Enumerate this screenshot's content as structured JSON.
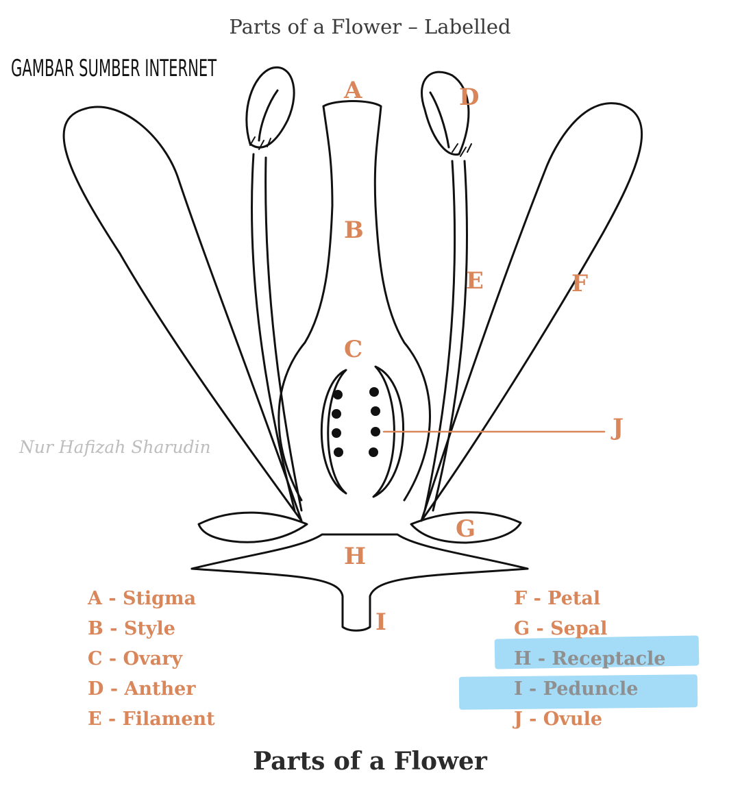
{
  "diagram": {
    "title_top": "Parts of a Flower – Labelled",
    "source_tag": "GAMBAR SUMBER INTERNET",
    "watermark": "Nur Hafizah Sharudin",
    "part_labels": {
      "A": "A",
      "B": "B",
      "C": "C",
      "D": "D",
      "E": "E",
      "F": "F",
      "G": "G",
      "H": "H",
      "I": "I",
      "J": "J"
    },
    "legend": [
      {
        "text": "A - Stigma"
      },
      {
        "text": "B - Style"
      },
      {
        "text": "C - Ovary"
      },
      {
        "text": "D - Anther"
      },
      {
        "text": "E - Filament"
      },
      {
        "text": "F - Petal"
      },
      {
        "text": "G - Sepal"
      },
      {
        "text": "H - Receptacle",
        "highlighted": true
      },
      {
        "text": "I - Peduncle",
        "highlighted": true
      },
      {
        "text": "J - Ovule"
      }
    ],
    "title_bottom": "Parts of a Flower",
    "colors": {
      "label": "#d8865a",
      "highlight": "#5abef0",
      "outline": "#111111"
    }
  }
}
